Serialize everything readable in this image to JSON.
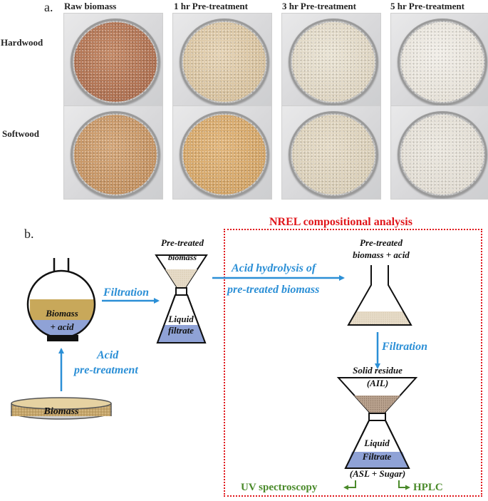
{
  "panel_a": {
    "letter": "a.",
    "columns": [
      "Raw biomass",
      "1 hr Pre-treatment",
      "3 hr Pre-treatment",
      "5 hr Pre-treatment"
    ],
    "rows": [
      "Hardwood",
      "Softwood"
    ],
    "sample_colors": {
      "hardwood": [
        "#b5795a",
        "#dcc7a6",
        "#e3dbc9",
        "#ebe7df"
      ],
      "softwood": [
        "#c8996a",
        "#d6aa6e",
        "#ddd3be",
        "#e6e1d8"
      ]
    }
  },
  "panel_b": {
    "letter": "b.",
    "box_title": "NREL compositional analysis",
    "flask": {
      "top": "Biomass",
      "bottom": "+ acid"
    },
    "dish_label": "Biomass",
    "acid_pretreatment": [
      "Acid",
      "pre-treatment"
    ],
    "filtration_1": "Filtration",
    "pretreated_biomass": [
      "Pre-treated",
      "biomass"
    ],
    "liquid_filtrate_1": [
      "Liquid",
      "filtrate"
    ],
    "acid_hydrolysis": [
      "Acid hydrolysis of",
      "pre-treated biomass"
    ],
    "pretreated_biomass_acid": [
      "Pre-treated",
      "biomass + acid"
    ],
    "filtration_2": "Filtration",
    "solid_residue": [
      "Solid residue",
      "(AIL)"
    ],
    "liquid_filtrate_2": [
      "Liquid",
      "Filtrate"
    ],
    "asl_sugar": "(ASL + Sugar)",
    "uv": "UV spectroscopy",
    "hplc": "HPLC",
    "colors": {
      "arrow_blue": "#2b8fd6",
      "box_red": "#e0161b",
      "output_green": "#4a8a2a",
      "liquid_blue": "#7c95d4",
      "biomass_tan": "#c8a85a"
    }
  }
}
